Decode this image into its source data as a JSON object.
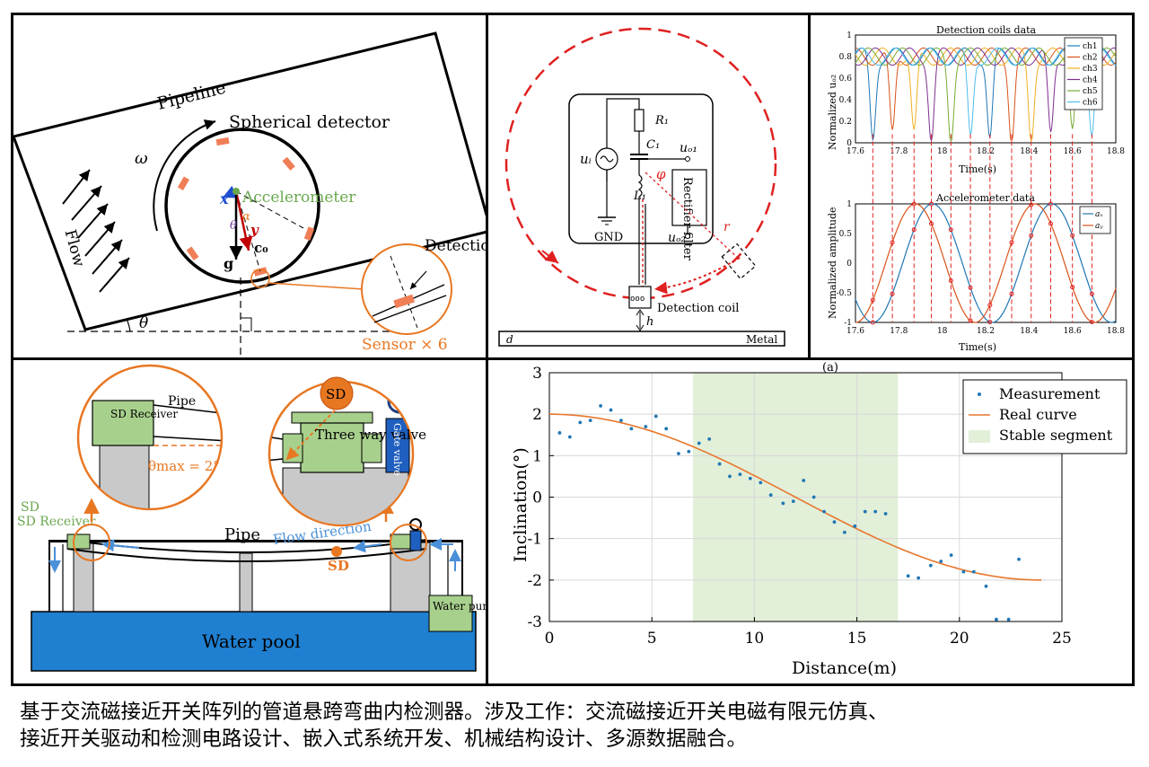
{
  "colors": {
    "orange": "#e87722",
    "red_dashed": "#e02020",
    "green_label": "#6aa84f",
    "blue_label": "#4a90d9",
    "pool_blue": "#1f7fd0",
    "block_green": "#a8d08d",
    "gray_block": "#c9c9c9",
    "stable_green": "#e2efd9",
    "measurement_blue": "#1f77b4",
    "curve_orange": "#e8762c"
  },
  "panel1": {
    "pipeline_label": "Pipeline",
    "detector_label": "Spherical detector",
    "flow_label": "Flow",
    "omega": "ω",
    "accelerometer_label": "Accelerometer",
    "x_label": "x",
    "y_label": "y",
    "alpha": "α",
    "theta": "θ",
    "c0": "c₀",
    "g": "g",
    "detection_label": "Detectio",
    "sensor_label": "Sensor × 6"
  },
  "panel2": {
    "r1": "R₁",
    "c1": "C₁",
    "l1": "L₁",
    "ui": "uᵢ",
    "uo1": "uₒ₁",
    "uo2": "uₒ₂",
    "phi": "φ",
    "rectifier": "Rectifier filter",
    "gnd": "GND",
    "r": "r",
    "coil_label": "Detection coil",
    "h": "h",
    "d": "d",
    "metal": "Metal"
  },
  "panel3": {
    "top_title": "Detection coils data",
    "top_ylabel": "Normalized uₒ₂",
    "top_xlabel": "Time(s)",
    "top_legend": [
      "ch1",
      "ch2",
      "ch3",
      "ch4",
      "ch5",
      "ch6"
    ],
    "bottom_title": "Accelerometer data",
    "bottom_ylabel": "Normalized amplitude",
    "bottom_xlabel": "Time(s)",
    "bottom_legend": [
      "aₓ",
      "aᵧ"
    ],
    "x_ticks": [
      "17.6",
      "17.8",
      "18",
      "18.2",
      "18.4",
      "18.6",
      "18.8"
    ],
    "top_y_ticks": [
      "0",
      "0.2",
      "0.4",
      "0.6",
      "0.8",
      "1"
    ],
    "bottom_y_ticks": [
      "-1",
      "-0.5",
      "0",
      "0.5",
      "1"
    ]
  },
  "panel4": {
    "sd_receiver_box": "SD Receiver",
    "pipe_top": "Pipe",
    "theta_max": "θmax = 2°",
    "sd_ball": "SD",
    "three_way": "Three way valve",
    "gate_valve": "Gate valve",
    "sd_receiver_label": "SD Receiver",
    "pipe_label": "Pipe",
    "flow_direction": "Flow direction",
    "sd_small": "SD",
    "water_pump": "Water pump",
    "water_pool": "Water pool"
  },
  "chart_data": {
    "type": "scatter",
    "title": "(a)",
    "xlabel": "Distance(m)",
    "ylabel": "Inclination(°)",
    "xlim": [
      0,
      25
    ],
    "ylim": [
      -3,
      3
    ],
    "x_ticks": [
      0,
      5,
      10,
      15,
      20,
      25
    ],
    "y_ticks": [
      -3,
      -2,
      -1,
      0,
      1,
      2,
      3
    ],
    "legend": [
      "Measurement",
      "Real curve",
      "Stable segment"
    ],
    "legend_position": "top-right",
    "stable_segment": [
      7,
      17
    ],
    "series": [
      {
        "name": "Measurement",
        "points": [
          [
            0.5,
            1.55
          ],
          [
            1.0,
            1.45
          ],
          [
            1.5,
            1.8
          ],
          [
            2.0,
            1.85
          ],
          [
            2.5,
            2.2
          ],
          [
            3.0,
            2.1
          ],
          [
            3.5,
            1.85
          ],
          [
            4.0,
            1.65
          ],
          [
            4.7,
            1.7
          ],
          [
            5.2,
            1.95
          ],
          [
            5.7,
            1.65
          ],
          [
            6.3,
            1.05
          ],
          [
            6.8,
            1.1
          ],
          [
            7.3,
            1.3
          ],
          [
            7.8,
            1.4
          ],
          [
            8.3,
            0.8
          ],
          [
            8.8,
            0.5
          ],
          [
            9.3,
            0.55
          ],
          [
            9.8,
            0.45
          ],
          [
            10.3,
            0.35
          ],
          [
            10.8,
            0.05
          ],
          [
            11.4,
            -0.15
          ],
          [
            11.9,
            -0.1
          ],
          [
            12.4,
            0.4
          ],
          [
            12.9,
            0.0
          ],
          [
            13.4,
            -0.35
          ],
          [
            13.9,
            -0.6
          ],
          [
            14.4,
            -0.85
          ],
          [
            14.9,
            -0.7
          ],
          [
            15.4,
            -0.35
          ],
          [
            15.9,
            -0.35
          ],
          [
            16.4,
            -0.4
          ],
          [
            17.5,
            -1.9
          ],
          [
            18.0,
            -1.95
          ],
          [
            18.6,
            -1.65
          ],
          [
            19.1,
            -1.55
          ],
          [
            19.6,
            -1.4
          ],
          [
            20.2,
            -1.8
          ],
          [
            20.7,
            -1.8
          ],
          [
            21.3,
            -2.15
          ],
          [
            21.8,
            -2.95
          ],
          [
            22.4,
            -2.95
          ],
          [
            22.9,
            -1.5
          ]
        ]
      },
      {
        "name": "Real curve",
        "function": "cosine from (0, 2) to (24, -2)"
      }
    ]
  },
  "caption": {
    "line1": "基于交流磁接近开关阵列的管道悬跨弯曲内检测器。涉及工作：交流磁接近开关电磁有限元仿真、",
    "line2": "接近开关驱动和检测电路设计、嵌入式系统开发、机械结构设计、多源数据融合。"
  }
}
